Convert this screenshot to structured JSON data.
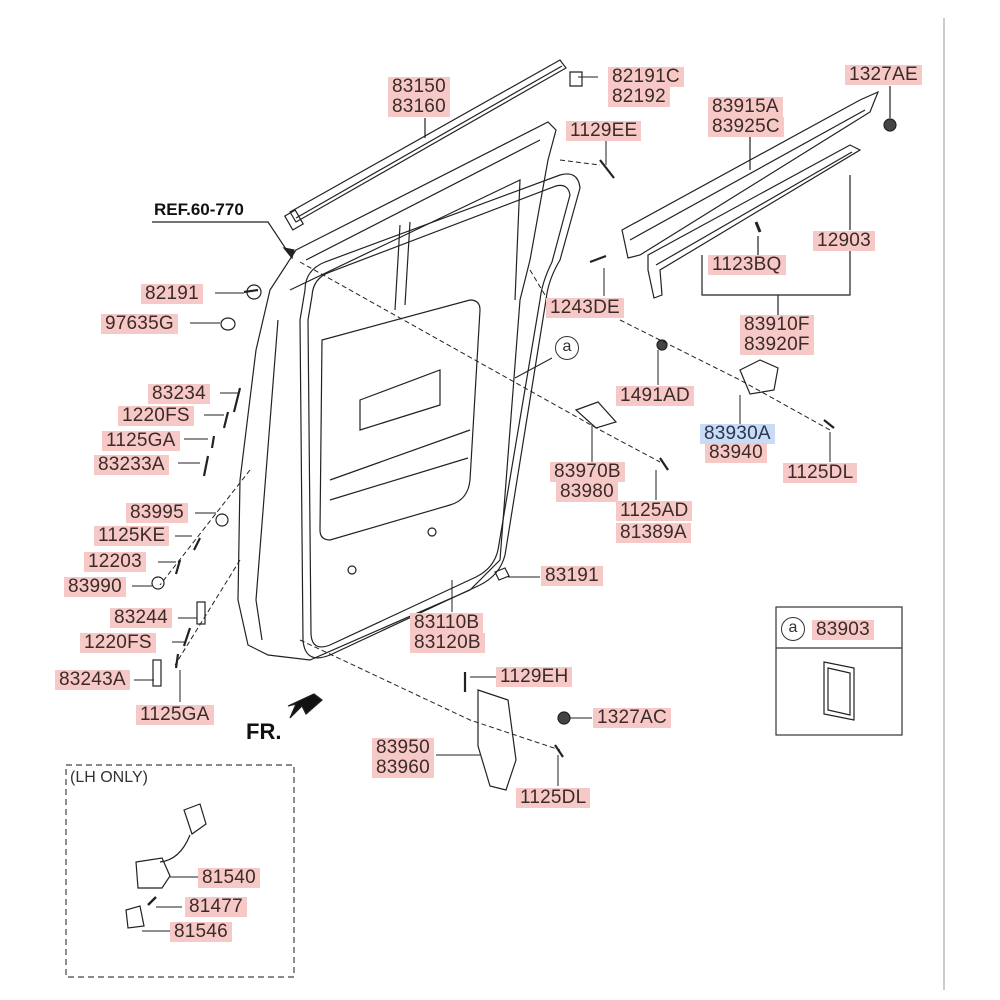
{
  "diagram": {
    "reference": "REF.60-770",
    "front_indicator": "FR.",
    "inset_title": "(LH ONLY)",
    "callout_symbol": "a",
    "selected_part": "83930A",
    "colors": {
      "label_bg": "#f7c9c6",
      "selected_bg": "#c8dcf5",
      "line": "#222222"
    },
    "labels": {
      "p83150": "83150",
      "p83160": "83160",
      "p82191C": "82191C",
      "p82192": "82192",
      "p1129EE": "1129EE",
      "p1327AE": "1327AE",
      "p83915A": "83915A",
      "p83925C": "83925C",
      "p12903": "12903",
      "p1123BQ": "1123BQ",
      "p1243DE": "1243DE",
      "p83910F": "83910F",
      "p83920F": "83920F",
      "p82191": "82191",
      "p97635G": "97635G",
      "p1491AD": "1491AD",
      "p83930A": "83930A",
      "p83940": "83940",
      "p1125DL_a": "1125DL",
      "p83234": "83234",
      "p1220FS_a": "1220FS",
      "p1125GA_a": "1125GA",
      "p83233A": "83233A",
      "p83970B": "83970B",
      "p83980": "83980",
      "p1125AD": "1125AD",
      "p81389A": "81389A",
      "p83995": "83995",
      "p1125KE": "1125KE",
      "p12203": "12203",
      "p83990": "83990",
      "p83191": "83191",
      "p83244": "83244",
      "p1220FS_b": "1220FS",
      "p83110B": "83110B",
      "p83120B": "83120B",
      "p83243A": "83243A",
      "p1125GA_b": "1125GA",
      "p1129EH": "1129EH",
      "p1327AC": "1327AC",
      "p83950": "83950",
      "p83960": "83960",
      "p1125DL_b": "1125DL",
      "p81540": "81540",
      "p81477": "81477",
      "p81546": "81546",
      "p83903": "83903"
    }
  }
}
